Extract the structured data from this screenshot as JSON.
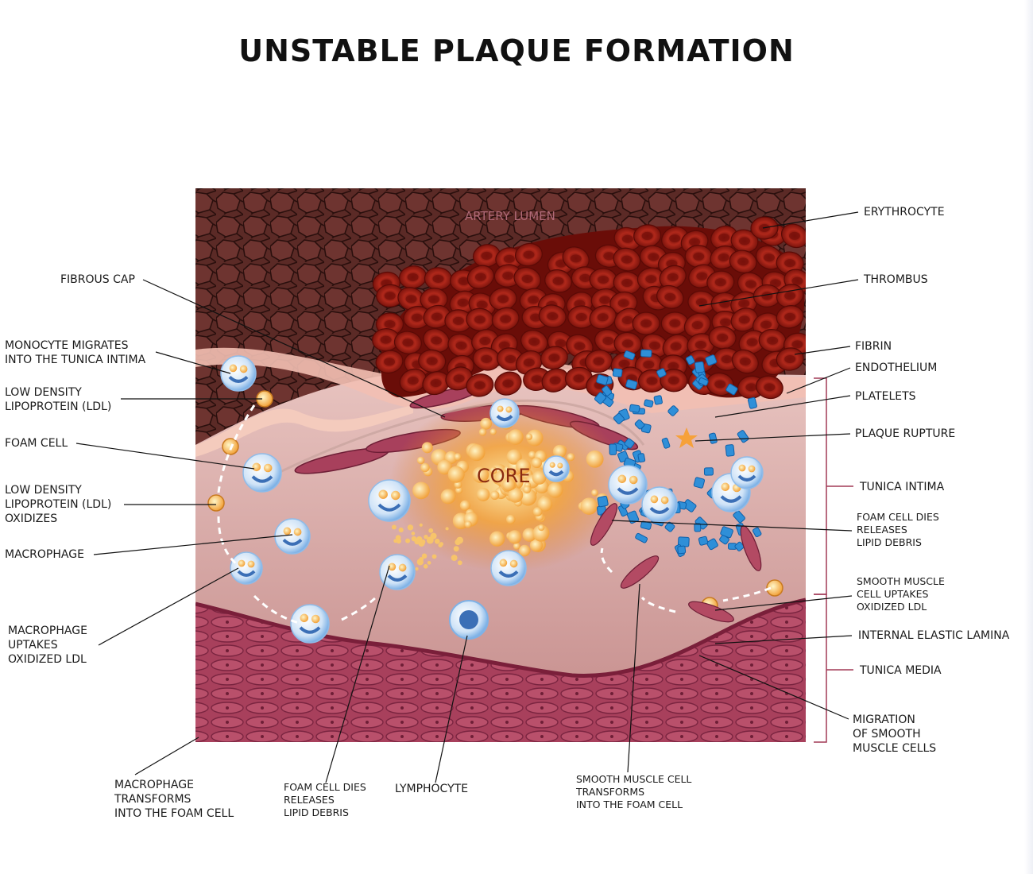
{
  "title": "UNSTABLE PLAQUE FORMATION",
  "inner_labels": {
    "lumen": "ARTERY LUMEN",
    "core": "CORE"
  },
  "labels": {
    "left": {
      "fibrous_cap": "FIBROUS CAP",
      "monocyte": [
        "MONOCYTE MIGRATES",
        "INTO THE TUNICA INTIMA"
      ],
      "ldl": [
        "LOW DENSITY",
        "LIPOPROTEIN (LDL)"
      ],
      "foam_cell": "FOAM CELL",
      "ldl_oxidizes": [
        "LOW DENSITY",
        "LIPOPROTEIN (LDL)",
        "OXIDIZES"
      ],
      "macrophage": "MACROPHAGE",
      "macrophage_uptakes": [
        "MACROPHAGE",
        "UPTAKES",
        "OXIDIZED LDL"
      ]
    },
    "right": {
      "erythrocyte": "ERYTHROCYTE",
      "thrombus": "THROMBUS",
      "fibrin": "FIBRIN",
      "endothelium": "ENDOTHELIUM",
      "platelets": "PLATELETS",
      "plaque_rupture": "PLAQUE RUPTURE",
      "tunica_intima": "TUNICA INTIMA",
      "foam_cell_dies": [
        "FOAM CELL DIES",
        "RELEASES",
        "LIPID DEBRIS"
      ],
      "smooth_muscle_uptakes": [
        "SMOOTH MUSCLE",
        "CELL UPTAKES",
        "OXIDIZED LDL"
      ],
      "internal_elastic_lamina": "INTERNAL ELASTIC LAMINA",
      "tunica_media": "TUNICA MEDIA",
      "migration": [
        "MIGRATION",
        "OF SMOOTH",
        "MUSCLE CELLS"
      ]
    },
    "bottom": {
      "macrophage_transforms": [
        "MACROPHAGE",
        "TRANSFORMS",
        "INTO THE FOAM CELL"
      ],
      "foam_cell_dies": [
        "FOAM CELL DIES",
        "RELEASES",
        "LIPID DEBRIS"
      ],
      "lymphocyte": "LYMPHOCYTE",
      "smooth_muscle_transforms": [
        "SMOOTH MUSCLE CELL",
        "TRANSFORMS",
        "INTO THE FOAM CELL"
      ]
    }
  },
  "colors": {
    "lumen": "#4a1c1a",
    "thrombus": "#8e1a10",
    "endothelium": "#f3c2b6",
    "intima": "#d9a7a3",
    "media": "#a23a57",
    "core": "#f7a22a",
    "platelets": "#2f8fd8",
    "cells": "#cfe3f7"
  }
}
